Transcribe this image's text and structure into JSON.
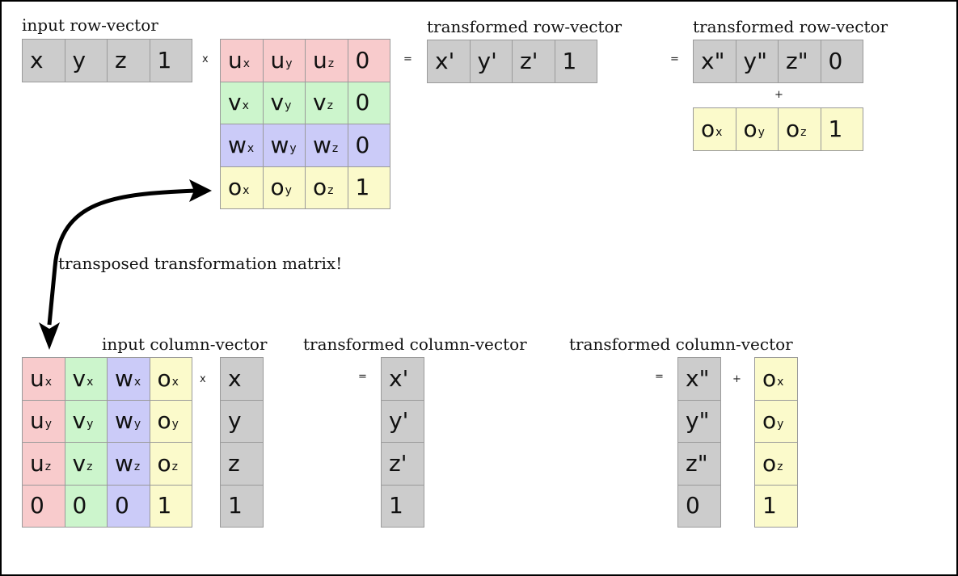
{
  "labels": {
    "input_row": "input row-vector",
    "transformed_row_1": "transformed row-vector",
    "transformed_row_2": "transformed row-vector",
    "transposed_note": "transposed transformation matrix!",
    "input_col": "input column-vector",
    "transformed_col_1": "transformed column-vector",
    "transformed_col_2": "transformed column-vector"
  },
  "ops": {
    "times": "x",
    "equals": "=",
    "plus": "+"
  },
  "colors": {
    "gray": "#cccccc",
    "red": "#f8cbcc",
    "green": "#ccf5cc",
    "blue": "#cbcbf8",
    "yellow": "#fbfacb"
  },
  "row_form": {
    "input_vector": [
      [
        "x",
        ""
      ],
      [
        "y",
        ""
      ],
      [
        "z",
        ""
      ],
      [
        "1",
        ""
      ]
    ],
    "matrix": [
      [
        [
          "u",
          "x"
        ],
        [
          "u",
          "y"
        ],
        [
          "u",
          "z"
        ],
        [
          "0",
          ""
        ]
      ],
      [
        [
          "v",
          "x"
        ],
        [
          "v",
          "y"
        ],
        [
          "v",
          "z"
        ],
        [
          "0",
          ""
        ]
      ],
      [
        [
          "w",
          "x"
        ],
        [
          "w",
          "y"
        ],
        [
          "w",
          "z"
        ],
        [
          "0",
          ""
        ]
      ],
      [
        [
          "o",
          "x"
        ],
        [
          "o",
          "y"
        ],
        [
          "o",
          "z"
        ],
        [
          "1",
          ""
        ]
      ]
    ],
    "result": [
      [
        "x'",
        ""
      ],
      [
        "y'",
        ""
      ],
      [
        "z'",
        ""
      ],
      [
        "1",
        ""
      ]
    ],
    "rotated": [
      [
        "x\"",
        ""
      ],
      [
        "y\"",
        ""
      ],
      [
        "z\"",
        ""
      ],
      [
        "0",
        ""
      ]
    ],
    "translation": [
      [
        "o",
        "x"
      ],
      [
        "o",
        "y"
      ],
      [
        "o",
        "z"
      ],
      [
        "1",
        ""
      ]
    ]
  },
  "column_form": {
    "matrix": [
      [
        [
          "u",
          "x"
        ],
        [
          "v",
          "x"
        ],
        [
          "w",
          "x"
        ],
        [
          "o",
          "x"
        ]
      ],
      [
        [
          "u",
          "y"
        ],
        [
          "v",
          "y"
        ],
        [
          "w",
          "y"
        ],
        [
          "o",
          "y"
        ]
      ],
      [
        [
          "u",
          "z"
        ],
        [
          "v",
          "z"
        ],
        [
          "w",
          "z"
        ],
        [
          "o",
          "z"
        ]
      ],
      [
        [
          "0",
          ""
        ],
        [
          "0",
          ""
        ],
        [
          "0",
          ""
        ],
        [
          "1",
          ""
        ]
      ]
    ],
    "input_vector": [
      [
        "x",
        ""
      ],
      [
        "y",
        ""
      ],
      [
        "z",
        ""
      ],
      [
        "1",
        ""
      ]
    ],
    "result": [
      [
        "x'",
        ""
      ],
      [
        "y'",
        ""
      ],
      [
        "z'",
        ""
      ],
      [
        "1",
        ""
      ]
    ],
    "rotated": [
      [
        "x\"",
        ""
      ],
      [
        "y\"",
        ""
      ],
      [
        "z\"",
        ""
      ],
      [
        "0",
        ""
      ]
    ],
    "translation": [
      [
        "o",
        "x"
      ],
      [
        "o",
        "y"
      ],
      [
        "o",
        "z"
      ],
      [
        "1",
        ""
      ]
    ]
  }
}
